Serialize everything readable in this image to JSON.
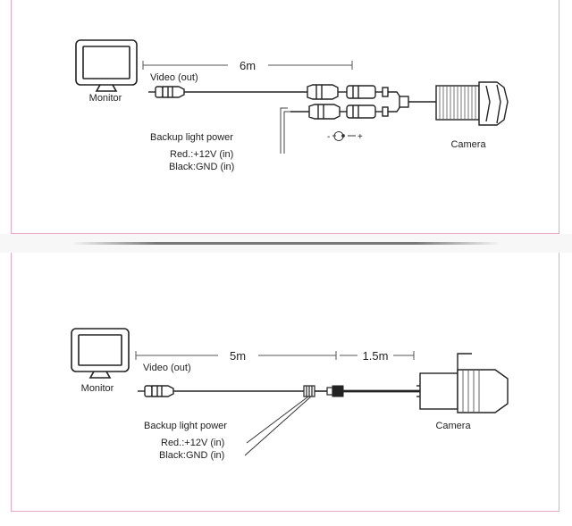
{
  "diagram_top": {
    "monitor_label": "Monitor",
    "length_label": "6m",
    "video_label": "Video (out)",
    "backup_label": "Backup light power",
    "red_label": "Red.:+12V (in)",
    "black_label": "Black:GND (in)",
    "camera_label": "Camera",
    "polarity_minus": "-",
    "polarity_plus": "+"
  },
  "diagram_bottom": {
    "monitor_label": "Monitor",
    "length_label": "5m",
    "length2_label": "1.5m",
    "video_label": "Video (out)",
    "backup_label": "Backup light power",
    "red_label": "Red.:+12V (in)",
    "black_label": "Black:GND (in)",
    "camera_label": "Camera"
  },
  "colors": {
    "border": "#e9a9c4",
    "line": "#222222"
  }
}
